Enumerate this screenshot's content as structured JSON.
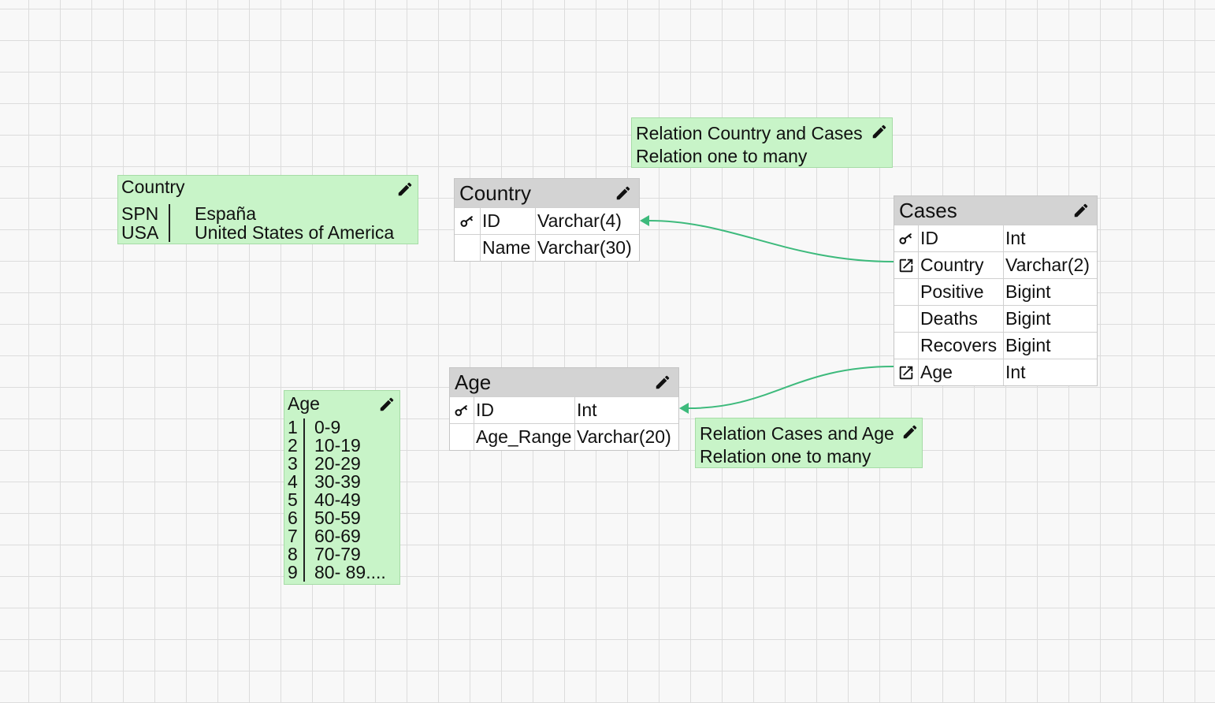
{
  "lookup_country": {
    "title": "Country",
    "rows": [
      {
        "code": "SPN",
        "name": "España"
      },
      {
        "code": "USA",
        "name": "United States of America"
      }
    ]
  },
  "lookup_age": {
    "title": "Age",
    "rows": [
      {
        "code": "1",
        "name": "0-9"
      },
      {
        "code": "2",
        "name": "10-19"
      },
      {
        "code": "3",
        "name": "20-29"
      },
      {
        "code": "4",
        "name": "30-39"
      },
      {
        "code": "5",
        "name": "40-49"
      },
      {
        "code": "6",
        "name": "50-59"
      },
      {
        "code": "7",
        "name": "60-69"
      },
      {
        "code": "8",
        "name": "70-79"
      },
      {
        "code": "9",
        "name": "80- 89...."
      }
    ]
  },
  "tables": {
    "country": {
      "title": "Country",
      "columns": [
        {
          "name": "ID",
          "type": "Varchar(4)",
          "icon": "key-icon"
        },
        {
          "name": "Name",
          "type": "Varchar(30)",
          "icon": ""
        }
      ]
    },
    "cases": {
      "title": "Cases",
      "columns": [
        {
          "name": "ID",
          "type": "Int",
          "icon": "key-icon"
        },
        {
          "name": "Country",
          "type": "Varchar(2)",
          "icon": "foreign-key-icon"
        },
        {
          "name": "Positive",
          "type": "Bigint",
          "icon": ""
        },
        {
          "name": "Deaths",
          "type": "Bigint",
          "icon": ""
        },
        {
          "name": "Recovers",
          "type": "Bigint",
          "icon": ""
        },
        {
          "name": "Age",
          "type": "Int",
          "icon": "foreign-key-icon"
        }
      ]
    },
    "age": {
      "title": "Age",
      "columns": [
        {
          "name": "ID",
          "type": "Int",
          "icon": "key-icon"
        },
        {
          "name": "Age_Range",
          "type": "Varchar(20)",
          "icon": ""
        }
      ]
    }
  },
  "relations": {
    "country_cases": {
      "title": "Relation Country and Cases",
      "desc": "Relation one to many"
    },
    "cases_age": {
      "title": "Relation Cases and Age",
      "desc": "Relation one to many"
    }
  },
  "colors": {
    "note_bg": "#c8f4c8",
    "connector": "#3dba7c",
    "table_header": "#d3d3d3"
  }
}
